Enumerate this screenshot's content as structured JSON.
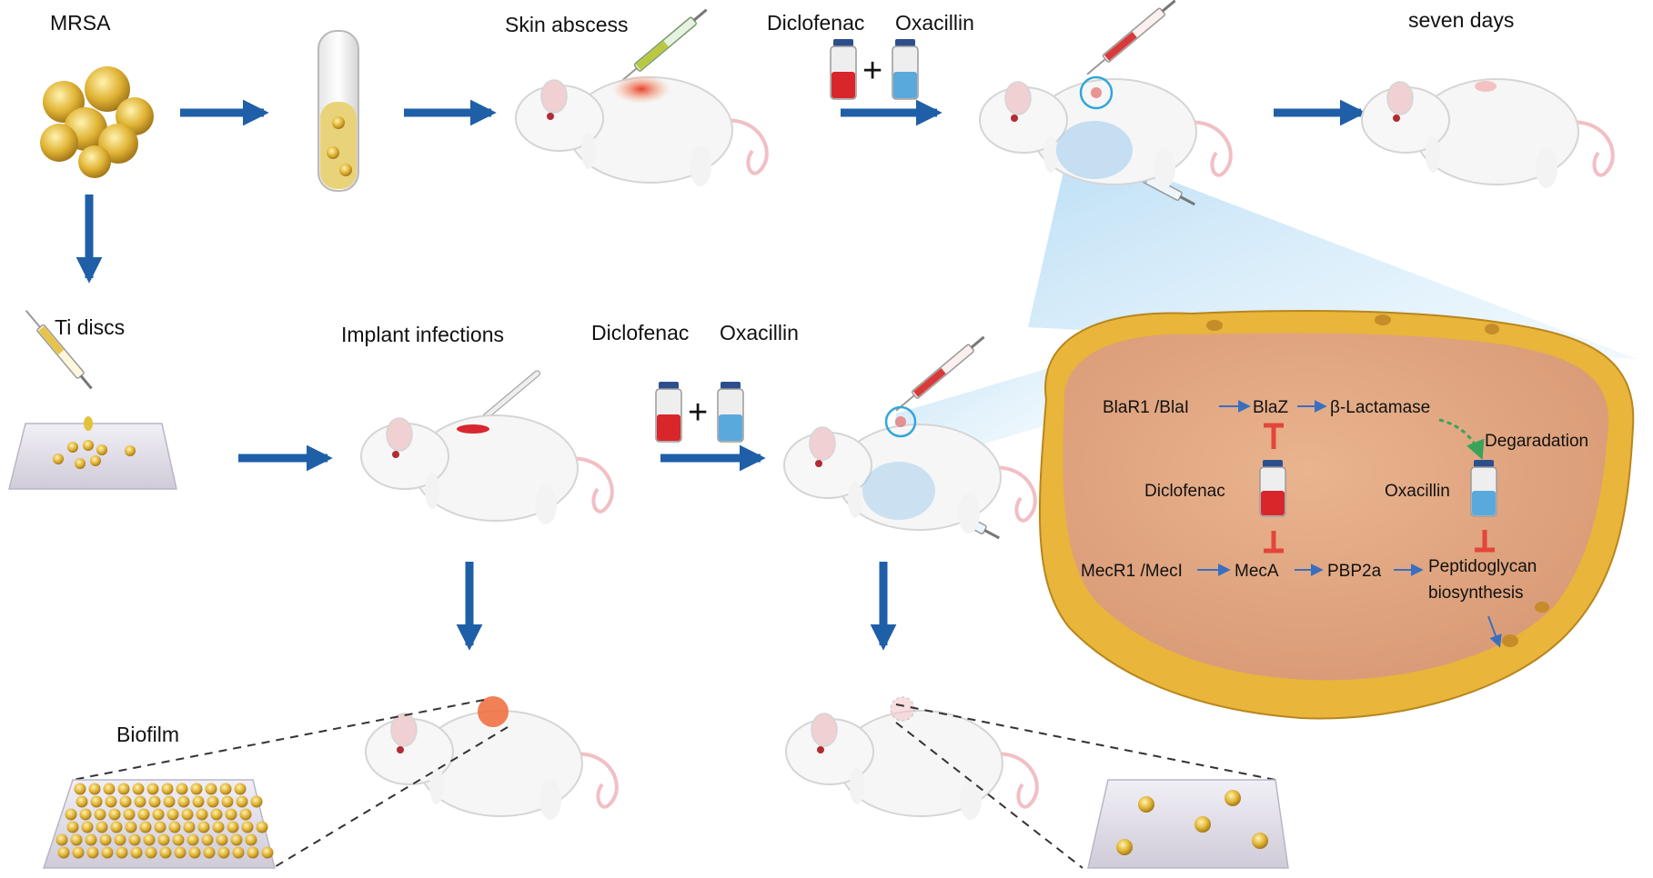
{
  "labels": {
    "mrsa": "MRSA",
    "skin_abscess": "Skin abscess",
    "diclofenac_top": "Diclofenac",
    "oxacillin_top": "Oxacillin",
    "seven_days": "seven days",
    "ti_discs": "Ti discs",
    "implant_infections": "Implant infections",
    "diclofenac_mid": "Diclofenac",
    "oxacillin_mid": "Oxacillin",
    "biofilm": "Biofilm",
    "plus": "+"
  },
  "pathway": {
    "blar1_blai": "BlaR1 /BlaI",
    "blaz": "BlaZ",
    "beta_lactamase": "β-Lactamase",
    "degradation": "Degaradation",
    "diclofenac": "Diclofenac",
    "oxacillin": "Oxacillin",
    "mecr1_meci": "MecR1 /MecI",
    "meca": "MecA",
    "pbp2a": "PBP2a",
    "peptidoglycan": "Peptidoglycan",
    "biosynthesis": "biosynthesis"
  },
  "colors": {
    "arrow": "#1f5fa8",
    "diclofenac_vial": "#d8262b",
    "oxacillin_vial": "#5aa9dd",
    "inhibitor": "#e4453a",
    "bacteria": "#d9a520",
    "cell_wall": "#e9b53a",
    "cytoplasm": "#e2a67c",
    "lesion": "#ef6a3a"
  }
}
